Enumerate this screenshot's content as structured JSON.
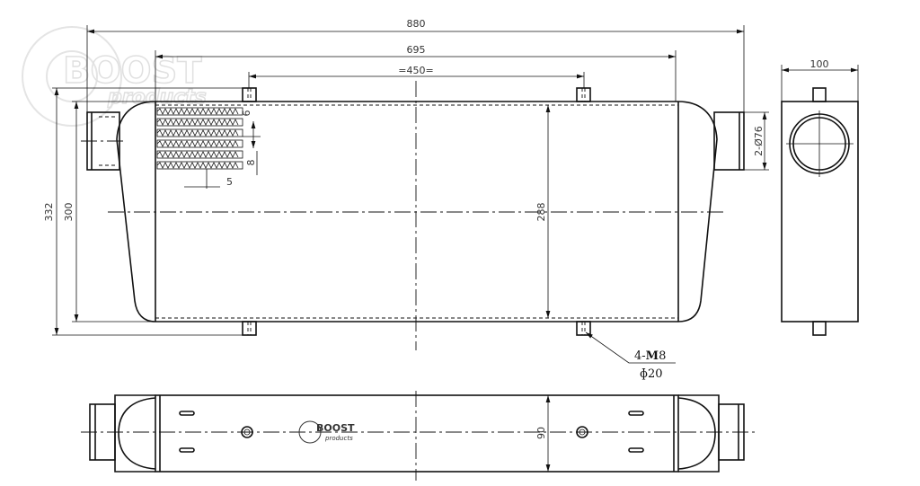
{
  "watermark": {
    "brand": "BOOST",
    "sub": "products"
  },
  "front_view": {
    "dimensions": {
      "overall_width": "880",
      "core_width": "695",
      "mount_spacing": "=450=",
      "overall_height": "332",
      "tank_height": "300",
      "core_height": "288",
      "pipe_diameter": "2-Ø76",
      "fin_pitch": "6",
      "tube_height": "8",
      "fin_depth": "5"
    },
    "mount_callout": {
      "thread_prefix": "4-",
      "thread_bold": "M",
      "thread_size": "8",
      "spacing": "ɸ20"
    }
  },
  "side_view": {
    "dimensions": {
      "depth": "100"
    }
  },
  "bottom_view": {
    "dimensions": {
      "core_thickness": "90"
    },
    "logo": {
      "brand": "BOOST",
      "sub": "products"
    }
  }
}
